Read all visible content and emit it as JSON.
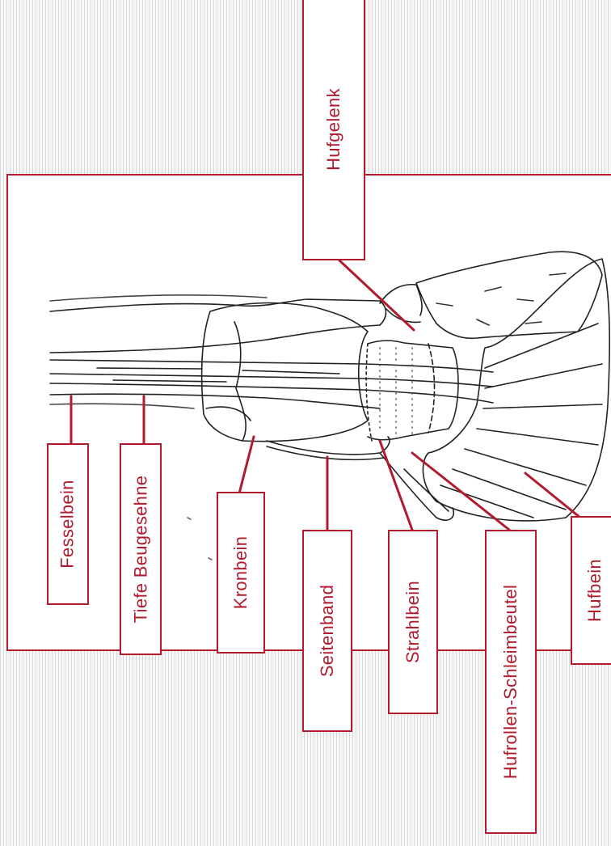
{
  "colors": {
    "accent": "#b01c2e",
    "line": "#222222"
  },
  "labels": {
    "hufgelenk": "Hufgelenk",
    "fesselbein": "Fesselbein",
    "tiefe_beugesehne": "Tiefe Beugesehne",
    "kronbein": "Kronbein",
    "seitenband": "Seitenband",
    "strahlbein": "Strahlbein",
    "hufrollen_schleimbeutel": "Hufrollen-Schleimbeutel",
    "hufbein": "Hufbein"
  }
}
